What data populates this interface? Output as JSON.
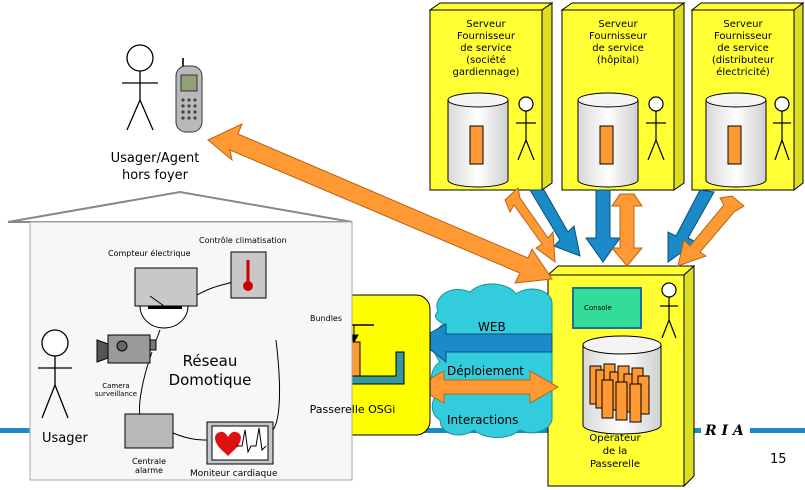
{
  "servers": [
    {
      "lines": [
        "Serveur",
        "Fournisseur",
        "de service",
        "(société",
        "gardiennage)"
      ]
    },
    {
      "lines": [
        "Serveur",
        "Fournisseur",
        "de service",
        "(hôpital)"
      ]
    },
    {
      "lines": [
        "Serveur",
        "Fournisseur",
        "de service",
        "(distributeur",
        "électricité)"
      ]
    }
  ],
  "remote_user_label": [
    "Usager/Agent",
    "hors foyer"
  ],
  "home": {
    "compteur": "Compteur électrique",
    "controle": "Contrôle climatisation",
    "camera": [
      "Camera",
      "surveillance"
    ],
    "reseau": [
      "Réseau",
      "Domotique"
    ],
    "centrale": [
      "Centrale",
      "alarme"
    ],
    "moniteur": "Moniteur cardiaque",
    "usager": "Usager"
  },
  "gateway": {
    "bundles": "Bundles",
    "label": "Passerelle OSGi"
  },
  "cloud": {
    "web": "WEB",
    "deploiement": "Déploiement",
    "interactions": "Interactions"
  },
  "operator": {
    "console": "Console",
    "lines": [
      "Opérateur",
      "de la",
      "Passerelle"
    ]
  },
  "footer": {
    "logo": "R I A",
    "page": "15"
  },
  "colors": {
    "box_yellow": "#ffff33",
    "arrow_orange": "#ff9933",
    "arrow_blue": "#1a8ac8",
    "cloud_cyan": "#33ccdd",
    "console_green": "#33dd99"
  }
}
